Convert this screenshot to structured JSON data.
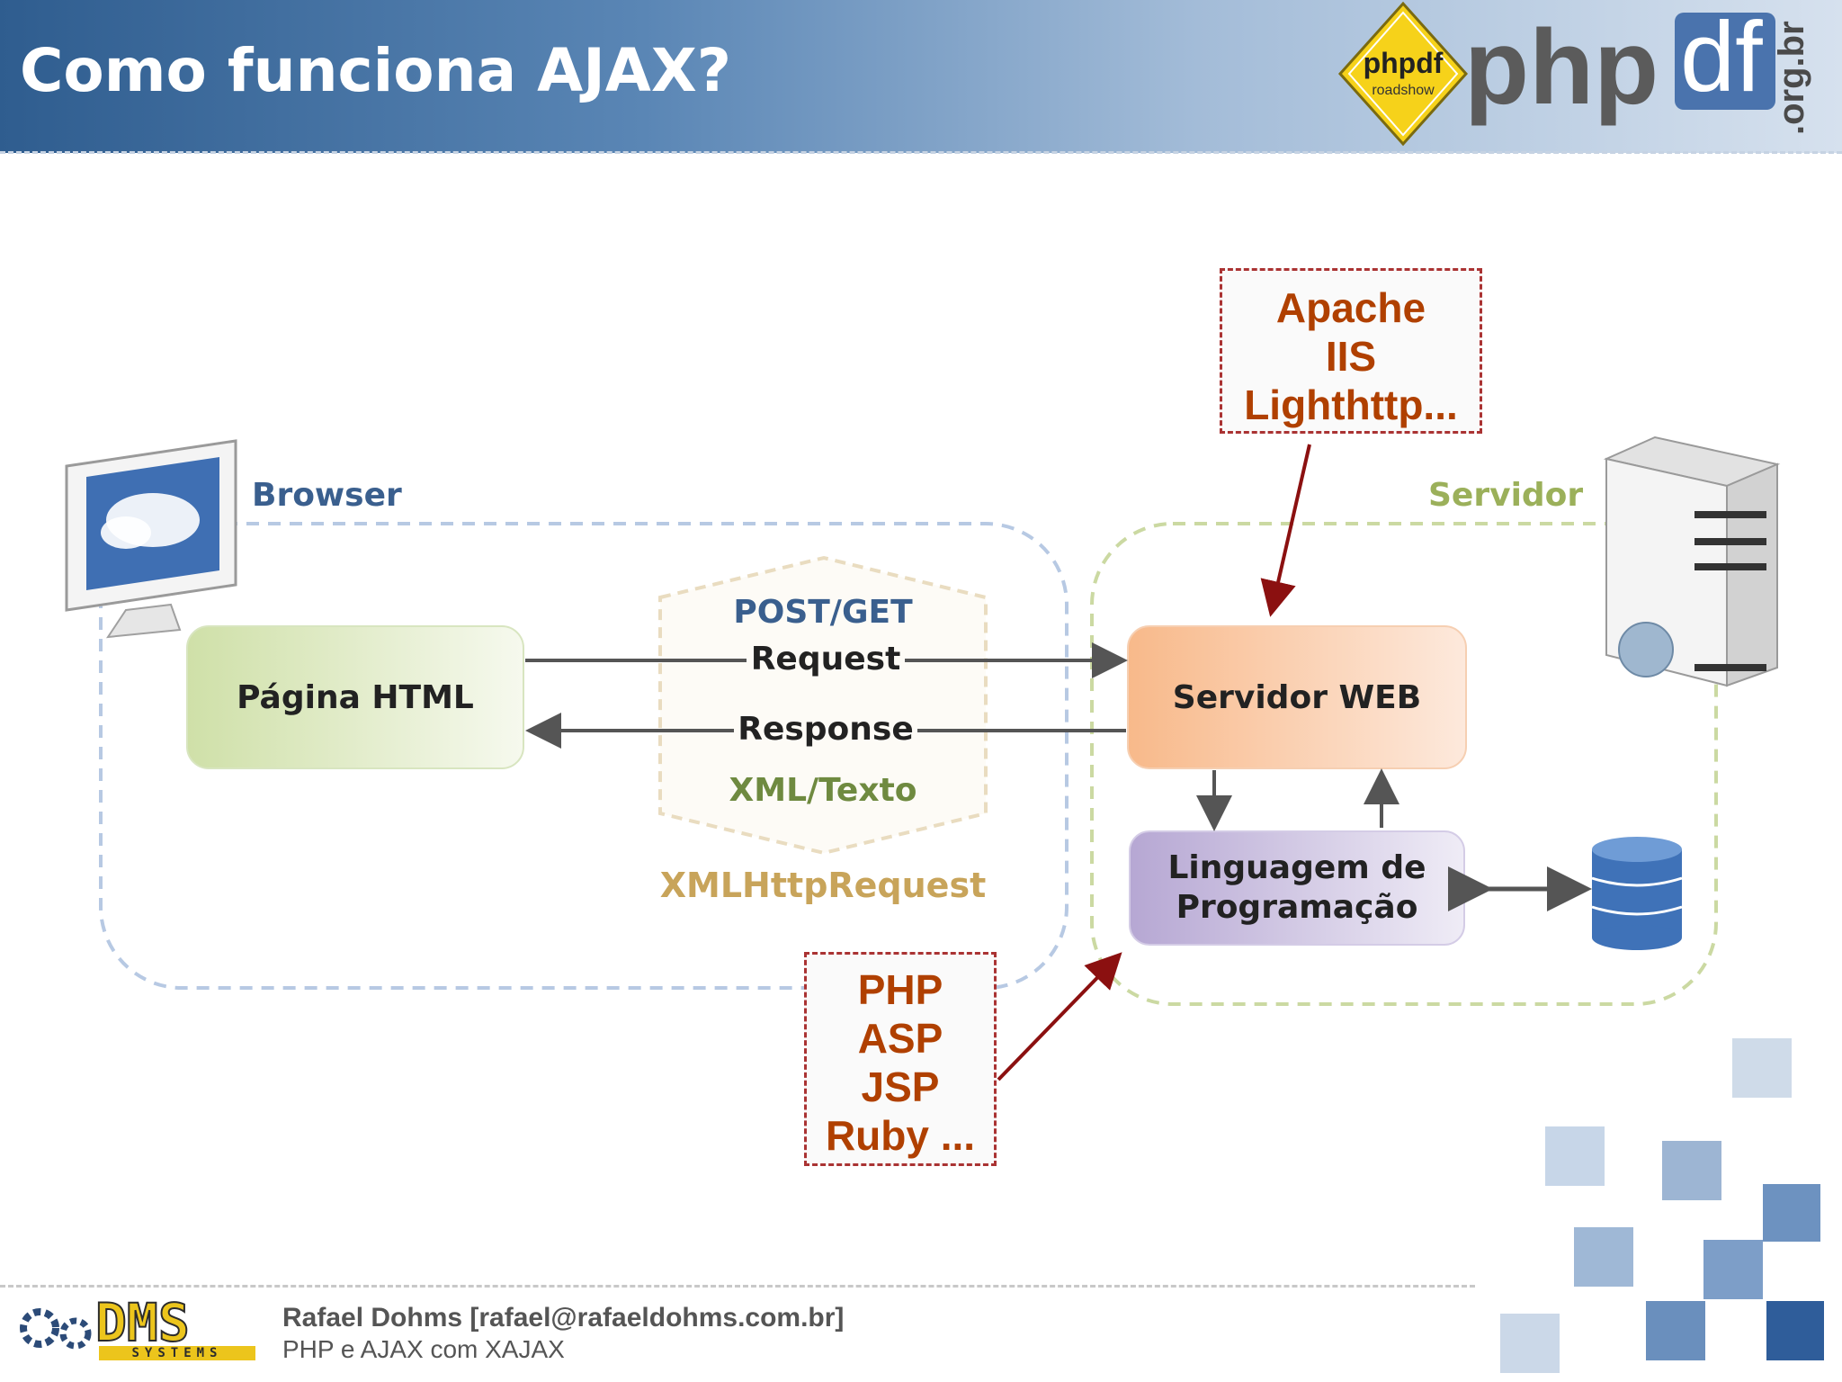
{
  "header": {
    "title": "Como funciona AJAX?",
    "logo_badge_text": "phpdf",
    "logo_badge_sub": "roadshow",
    "logo_php": "php",
    "logo_df": "df",
    "logo_domain": ".org.br"
  },
  "diagram": {
    "browser_label": "Browser",
    "server_label": "Servidor",
    "html_page": "Página HTML",
    "web_server": "Servidor WEB",
    "language_line1": "Linguagem de",
    "language_line2": "Programação",
    "post_get": "POST/GET",
    "request": "Request",
    "response": "Response",
    "xml_text": "XML/Texto",
    "xhr": "XMLHttpRequest",
    "servers_callout": [
      "Apache",
      "IIS",
      "Lighthttp..."
    ],
    "languages_callout": [
      "PHP",
      "ASP",
      "JSP",
      "Ruby ..."
    ]
  },
  "footer": {
    "author": "Rafael Dohms [rafael@rafaeldohms.com.br]",
    "subtitle": "PHP e AJAX com XAJAX",
    "logo_text": "DMS",
    "logo_sub": "SYSTEMS"
  },
  "colors": {
    "header_dark": "#2f5d8f",
    "callout_text": "#b04000",
    "callout_border": "#aa3333",
    "browser_label": "#3a5f8e",
    "server_label": "#9bb05a",
    "xhr_text": "#c8a45a"
  }
}
